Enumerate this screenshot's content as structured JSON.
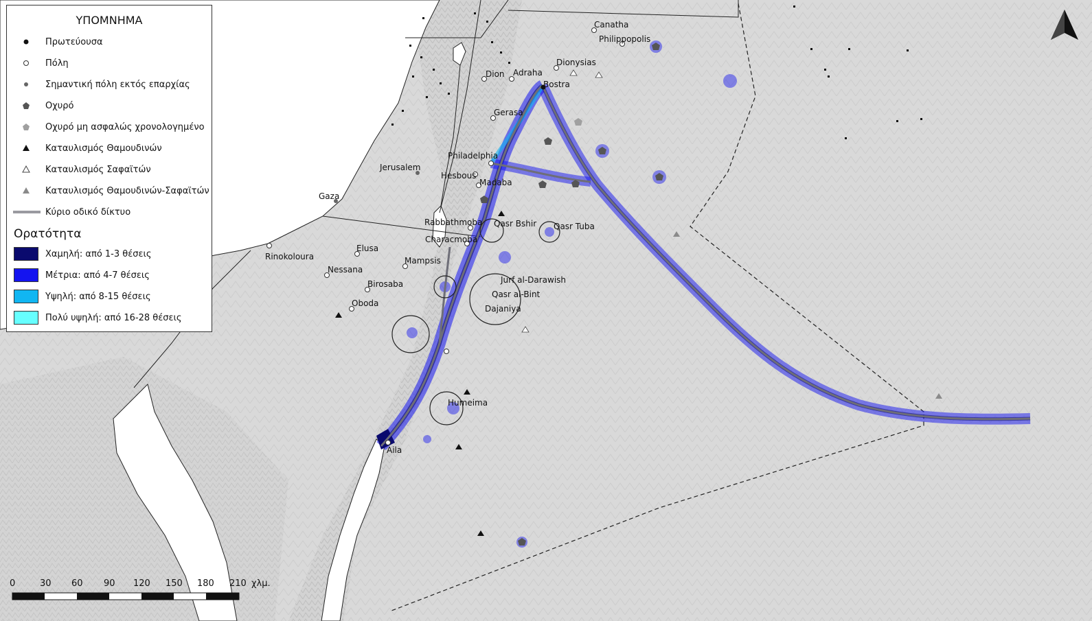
{
  "legend": {
    "title": "ΥΠΟΜΝΗΜΑ",
    "items": [
      {
        "label": "Πρωτεύουσα",
        "symbol": "black-dot-icon"
      },
      {
        "label": "Πόλη",
        "symbol": "white-circle-icon"
      },
      {
        "label": "Σημαντική πόλη εκτός επαρχίας",
        "symbol": "grey-dot-icon"
      },
      {
        "label": "Οχυρό",
        "symbol": "dark-pentagon-icon"
      },
      {
        "label": "Οχυρό μη ασφαλώς χρονολογημένο",
        "symbol": "light-pentagon-icon"
      },
      {
        "label": "Καταυλισμός Θαμουδινών",
        "symbol": "black-triangle-icon"
      },
      {
        "label": "Καταυλισμός Σαφαϊτών",
        "symbol": "white-triangle-icon"
      },
      {
        "label": "Καταυλισμός Θαμουδινών-Σαφαϊτών",
        "symbol": "grey-triangle-icon"
      },
      {
        "label": "Κύριο οδικό δίκτυο",
        "symbol": "grey-line-icon"
      }
    ],
    "visibility_title": "Ορατότητα",
    "visibility_items": [
      {
        "label": "Χαμηλή: από 1-3 θέσεις",
        "color": "#0a0a6e"
      },
      {
        "label": "Μέτρια: από 4-7 θέσεις",
        "color": "#1414f0"
      },
      {
        "label": "Υψηλή: από 8-15 θέσεις",
        "color": "#11b6f2"
      },
      {
        "label": "Πολύ υψηλή: από 16-28 θέσεις",
        "color": "#66ffff"
      }
    ]
  },
  "places": {
    "canatha": "Canatha",
    "philippopolis": "Philippopolis",
    "dionysias": "Dionysias",
    "dion": "Dion",
    "adraha": "Adraha",
    "bostra": "Bostra",
    "gerasa": "Gerasa",
    "philadelphia": "Philadelphia",
    "jerusalem": "Jerusalem",
    "hesbous": "Hesbous",
    "madaba": "Madaba",
    "gaza": "Gaza",
    "rabbathmoba": "Rabbathmoba",
    "qasr_bshir": "Qasr Bshir",
    "qasr_tuba": "Qasr Tuba",
    "charachmoba": "Characmoba",
    "rinokoloura": "Rinokoloura",
    "elusa": "Elusa",
    "mampsis": "Mampsis",
    "nessana": "Nessana",
    "birosaba": "Birosaba",
    "jurf": "Jurf al-Darawish",
    "qasr_bint": "Qasr al-Bint",
    "dajaniya": "Dajaniya",
    "oboda": "Oboda",
    "humeima": "Humeima",
    "aila": "Aila"
  },
  "scale_bar": {
    "ticks": [
      "0",
      "30",
      "60",
      "90",
      "120",
      "150",
      "180",
      "210"
    ],
    "unit": "χλμ."
  },
  "north_arrow": "north-arrow-icon",
  "colors": {
    "land": "#dcdcdc",
    "sea": "#ffffff",
    "road": "#6e6e78",
    "viewshed_low": "#0a0a6e",
    "viewshed_mid": "#1414f0",
    "viewshed_high": "#11b6f2",
    "viewshed_vhigh": "#66ffff"
  }
}
